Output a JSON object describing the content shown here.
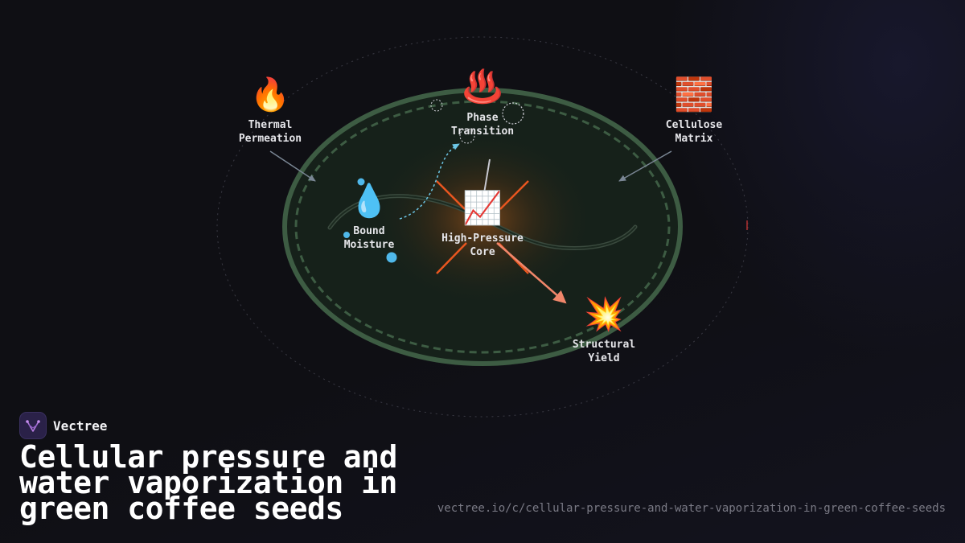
{
  "brand": {
    "name": "Vectree"
  },
  "title": "Cellular pressure and water vaporization in green coffee seeds",
  "url": "vectree.io/c/cellular-pressure-and-water-vaporization-in-green-coffee-seeds",
  "nodes": [
    {
      "id": "thermal",
      "icon": "🔥",
      "icon_name": "fire-icon",
      "line1": "Thermal",
      "line2": "Permeation"
    },
    {
      "id": "phase",
      "icon": "♨️",
      "icon_name": "hot-springs-icon",
      "line1": "Phase",
      "line2": "Transition"
    },
    {
      "id": "cellulose",
      "icon": "🧱",
      "icon_name": "brick-icon",
      "line1": "Cellulose",
      "line2": "Matrix"
    },
    {
      "id": "moisture",
      "icon": "💧",
      "icon_name": "droplet-icon",
      "line1": "Bound",
      "line2": "Moisture"
    },
    {
      "id": "core",
      "icon": "📈",
      "icon_name": "chart-increasing-icon",
      "line1": "High-Pressure",
      "line2": "Core"
    },
    {
      "id": "yield",
      "icon": "💥",
      "icon_name": "collision-icon",
      "line1": "Structural",
      "line2": "Yield"
    }
  ],
  "colors": {
    "seed_fill": "#16211a",
    "seed_stroke": "#3d5c43",
    "core_glow": "#c7641b",
    "pressure_lines": "#e8561f",
    "yield_arrow": "#f0866a",
    "arrow": "#7a8694",
    "vapor_path": "#6cc6e6",
    "droplet": "#4fb8ea"
  }
}
